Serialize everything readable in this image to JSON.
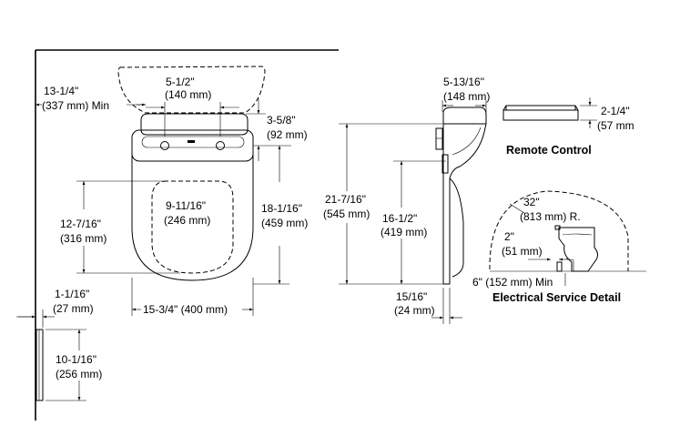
{
  "top_view": {
    "dim_wall_offset": [
      "13-1/4\"",
      "(337 mm) Min"
    ],
    "dim_hole_spacing": [
      "5-1/2\"",
      "(140 mm)"
    ],
    "dim_bracket_depth": [
      "3-5/8\"",
      "(92 mm)"
    ],
    "dim_seat_length": [
      "18-1/16\"",
      "(459 mm)"
    ],
    "dim_opening_width": [
      "9-11/16\"",
      "(246 mm)"
    ],
    "dim_opening_length": [
      "12-7/16\"",
      "(316 mm)"
    ],
    "dim_seat_width": "15-3/4\" (400 mm)"
  },
  "wall_mount": {
    "dim_thickness": [
      "1-1/16\"",
      "(27 mm)"
    ],
    "dim_height": [
      "10-1/16\"",
      "(256 mm)"
    ]
  },
  "side_view": {
    "dim_top_depth": [
      "5-13/16\"",
      "(148 mm)"
    ],
    "dim_total_height": [
      "21-7/16\"",
      "(545 mm)"
    ],
    "dim_lower_height": [
      "16-1/2\"",
      "(419 mm)"
    ],
    "dim_bottom": [
      "15/16\"",
      "(24 mm)"
    ]
  },
  "remote": {
    "dim_height": [
      "2-1/4\"",
      "(57 mm"
    ],
    "title": "Remote Control"
  },
  "electrical": {
    "dim_radius": [
      "32\"",
      "(813 mm) R."
    ],
    "dim_offset": [
      "2\"",
      "(51 mm)"
    ],
    "dim_height": "6\" (152 mm) Min",
    "title": "Electrical Service Detail"
  }
}
